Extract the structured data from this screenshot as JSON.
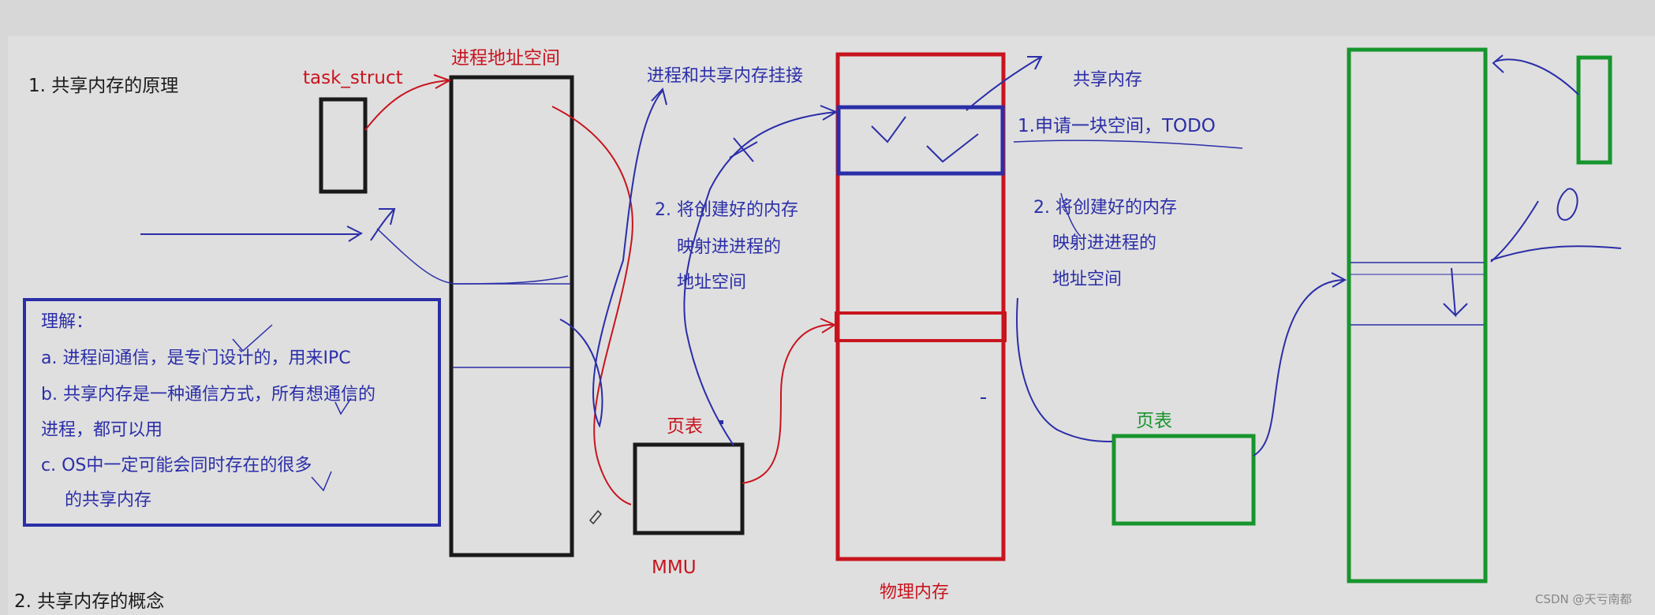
{
  "headings": {
    "section1": "1. 共享内存的原理",
    "section2": "2. 共享内存的概念"
  },
  "labels": {
    "task_struct": "task_struct",
    "process_address_space": "进程地址空间",
    "process_attach": "进程和共享内存挂接",
    "shared_memory": "共享内存",
    "step1": "1.申请一块空间，TODO",
    "step2_left": [
      "2. 将创建好的内存",
      "映射进进程的",
      "地址空间"
    ],
    "step2_right": [
      "2. 将创建好的内存",
      "映射进进程的",
      "地址空间"
    ],
    "page_table_red": "页表",
    "page_table_green": "页表",
    "mmu": "MMU",
    "physical_memory": "物理内存"
  },
  "understanding": {
    "title": "理解：",
    "items": [
      "a. 进程间通信，是专门设计的，用来IPC",
      "b. 共享内存是一种通信方式，所有想通信的",
      "进程，都可以用",
      "c. OS中一定可能会同时存在的很多",
      "的共享内存"
    ]
  },
  "watermark": "CSDN @天亏南都",
  "colors": {
    "black": "#1a1a1a",
    "red": "#c8141e",
    "blue": "#2b2ea8",
    "green": "#17952d"
  }
}
